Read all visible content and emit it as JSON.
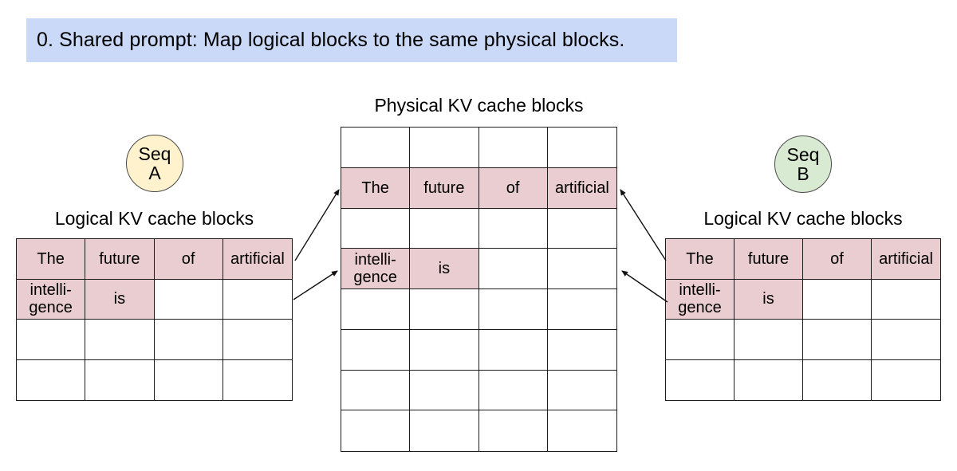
{
  "banner": {
    "text": "0. Shared prompt: Map logical blocks to the same physical blocks."
  },
  "physical": {
    "title": "Physical KV cache blocks",
    "rows": [
      [
        "",
        "",
        "",
        ""
      ],
      [
        "The",
        "future",
        "of",
        "artificial"
      ],
      [
        "",
        "",
        "",
        ""
      ],
      [
        "intelli-\ngence",
        "is",
        "",
        ""
      ],
      [
        "",
        "",
        "",
        ""
      ],
      [
        "",
        "",
        "",
        ""
      ],
      [
        "",
        "",
        "",
        ""
      ],
      [
        "",
        "",
        "",
        ""
      ]
    ],
    "highlight": [
      [
        false,
        false,
        false,
        false
      ],
      [
        true,
        true,
        true,
        true
      ],
      [
        false,
        false,
        false,
        false
      ],
      [
        true,
        true,
        false,
        false
      ],
      [
        false,
        false,
        false,
        false
      ],
      [
        false,
        false,
        false,
        false
      ],
      [
        false,
        false,
        false,
        false
      ],
      [
        false,
        false,
        false,
        false
      ]
    ]
  },
  "sequence_a": {
    "lines": [
      "Seq",
      "A"
    ]
  },
  "sequence_b": {
    "lines": [
      "Seq",
      "B"
    ]
  },
  "logical_a": {
    "title": "Logical KV cache blocks",
    "rows": [
      [
        "The",
        "future",
        "of",
        "artificial"
      ],
      [
        "intelli-\ngence",
        "is",
        "",
        ""
      ],
      [
        "",
        "",
        "",
        ""
      ],
      [
        "",
        "",
        "",
        ""
      ]
    ],
    "highlight": [
      [
        true,
        true,
        true,
        true
      ],
      [
        true,
        true,
        false,
        false
      ],
      [
        false,
        false,
        false,
        false
      ],
      [
        false,
        false,
        false,
        false
      ]
    ]
  },
  "logical_b": {
    "title": "Logical KV cache blocks",
    "rows": [
      [
        "The",
        "future",
        "of",
        "artificial"
      ],
      [
        "intelli-\ngence",
        "is",
        "",
        ""
      ],
      [
        "",
        "",
        "",
        ""
      ],
      [
        "",
        "",
        "",
        ""
      ]
    ],
    "highlight": [
      [
        true,
        true,
        true,
        true
      ],
      [
        true,
        true,
        false,
        false
      ],
      [
        false,
        false,
        false,
        false
      ],
      [
        false,
        false,
        false,
        false
      ]
    ]
  },
  "mappings": [
    {
      "from": "Seq A logical block 0",
      "to": "Physical block 1"
    },
    {
      "from": "Seq A logical block 1",
      "to": "Physical block 3"
    },
    {
      "from": "Seq B logical block 0",
      "to": "Physical block 1"
    },
    {
      "from": "Seq B logical block 1",
      "to": "Physical block 3"
    }
  ],
  "colors": {
    "banner_blue": "#c9d9f7",
    "highlight_pink": "#e9cdd1",
    "seq_a_yellow": "#fff2cc",
    "seq_b_green": "#d9ead3",
    "line": "#1c1c1c",
    "arrow": "#111111"
  }
}
